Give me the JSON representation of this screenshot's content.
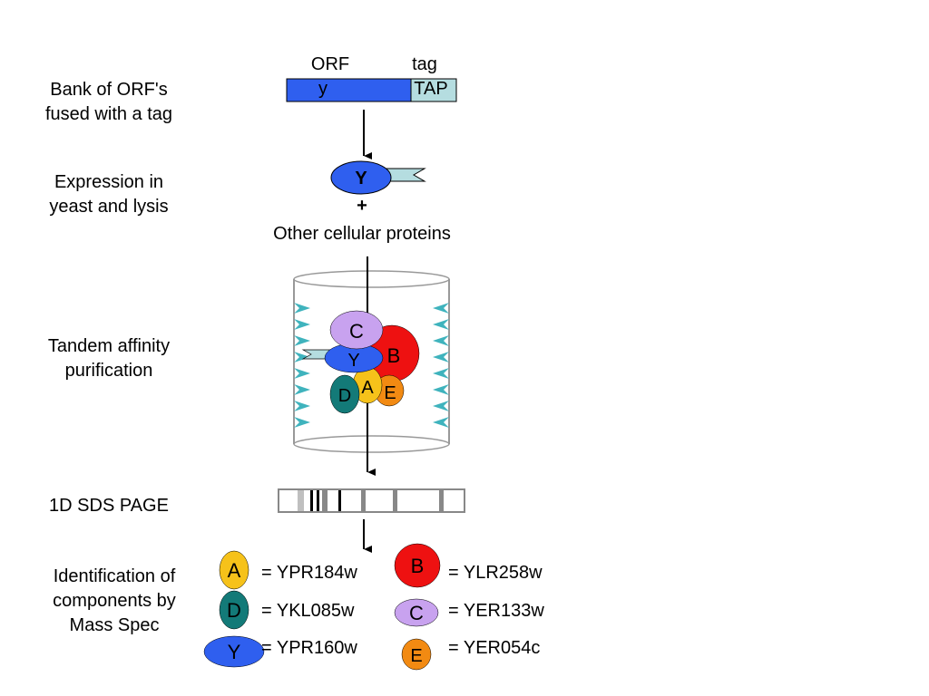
{
  "steps": {
    "bank": "Bank of ORF's\nfused with a tag",
    "expression": "Expression in\nyeast and lysis",
    "tap": "Tandem affinity\npurification",
    "sds": "1D SDS PAGE",
    "identification": "Identification of\ncomponents by\nMass Spec"
  },
  "construct": {
    "orf_label": "ORF",
    "tag_label": "tag",
    "orf_name": "y",
    "tag_name": "TAP"
  },
  "expression": {
    "protein": "Y",
    "plus": "+",
    "other": "Other cellular proteins"
  },
  "proteins": {
    "Y": "Y",
    "A": "A",
    "B": "B",
    "C": "C",
    "D": "D",
    "E": "E"
  },
  "identification": {
    "A": "= YPR184w",
    "D": "= YKL085w",
    "Y": "= YPR160w",
    "B": "= YLR258w",
    "C": "= YER133w",
    "E": "= YER054c"
  },
  "colors": {
    "Y": "#2f5fef",
    "A": "#f6c21a",
    "B": "#ee1111",
    "C": "#c8a2ef",
    "D": "#137a78",
    "E": "#f28a12",
    "tag": "#b5dde0",
    "tick": "#3fb3bd"
  }
}
